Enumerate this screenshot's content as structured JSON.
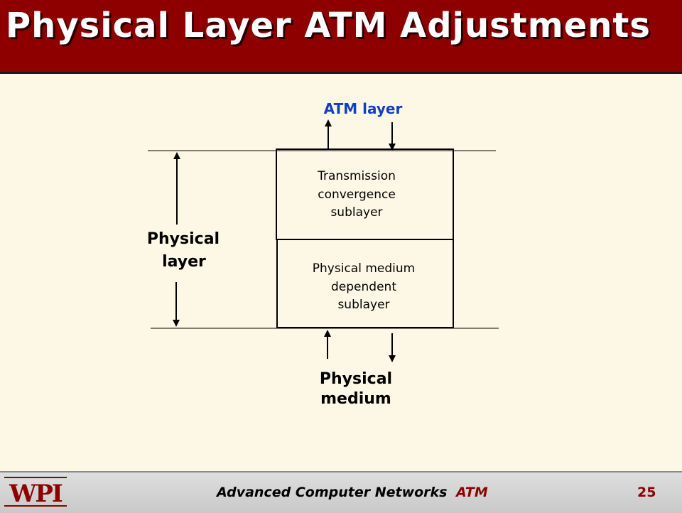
{
  "slide": {
    "title": "Physical Layer ATM Adjustments"
  },
  "diagram": {
    "top_label": "ATM layer",
    "side_label_line1": "Physical",
    "side_label_line2": "layer",
    "upper_box_line1": "Transmission",
    "upper_box_line2": "convergence",
    "upper_box_line3": "sublayer",
    "lower_box_line1": "Physical medium",
    "lower_box_line2": "dependent",
    "lower_box_line3": "sublayer",
    "bottom_label_line1": "Physical",
    "bottom_label_line2": "medium"
  },
  "footer": {
    "logo_text": "WPI",
    "course": "Advanced Computer Networks",
    "topic": "ATM",
    "page_number": "25"
  },
  "colors": {
    "title_bar": "#8e0000",
    "background": "#fdf8e6",
    "atm_label": "#1040c0",
    "footer_topic": "#8e0000"
  }
}
